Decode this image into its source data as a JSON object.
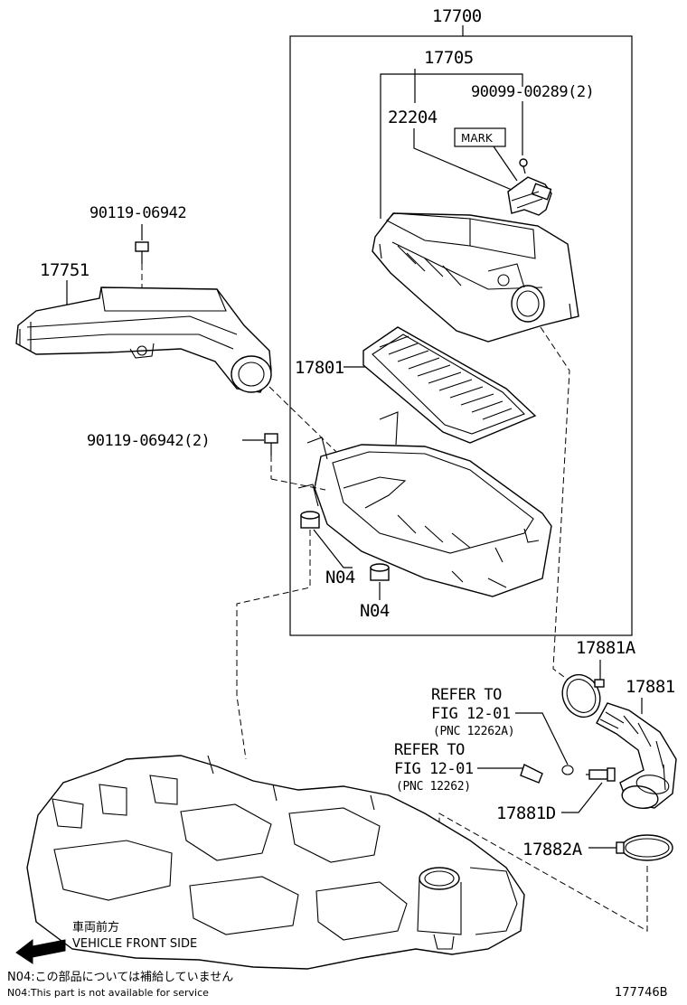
{
  "parts": {
    "p17700": "17700",
    "p17705": "17705",
    "p9009900289": "90099-00289(2)",
    "p22204": "22204",
    "mark": "MARK",
    "p9011906942": "90119-06942",
    "p17751": "17751",
    "p17801": "17801",
    "p9011906942x2": "90119-06942(2)",
    "n04a": "N04",
    "n04b": "N04",
    "p17881A": "17881A",
    "p17881": "17881",
    "p17881D": "17881D",
    "p17882A": "17882A"
  },
  "refers": {
    "ref1_line1": "REFER TO",
    "ref1_line2": "FIG 12-01",
    "ref1_line3": "(PNC 12262A)",
    "ref2_line1": "REFER TO",
    "ref2_line2": "FIG 12-01",
    "ref2_line3": "(PNC 12262)"
  },
  "direction": {
    "jp": "車両前方",
    "en": "VEHICLE FRONT SIDE"
  },
  "notes": {
    "jp": "N04:この部品については補給していません",
    "en": "N04:This part is not available for service"
  },
  "figure_id": "177746B"
}
